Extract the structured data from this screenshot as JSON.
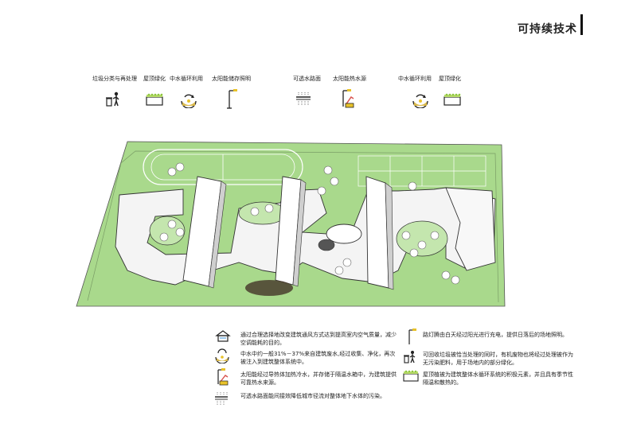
{
  "page_title": "可持续技术",
  "top_icons": [
    {
      "label": "垃圾分类与再处理",
      "icon": "trash-person-icon"
    },
    {
      "label": "屋顶绿化",
      "icon": "roof-green-icon"
    },
    {
      "label": "中水循环利用",
      "icon": "water-recycle-icon"
    },
    {
      "label": "太阳能储存照明",
      "icon": "solar-lamp-icon"
    },
    {
      "label": "可透水路面",
      "icon": "permeable-pavement-icon"
    },
    {
      "label": "太阳能热水源",
      "icon": "solar-water-icon"
    },
    {
      "label": "中水循环利用",
      "icon": "water-recycle-icon"
    },
    {
      "label": "屋顶绿化",
      "icon": "roof-green-icon"
    }
  ],
  "legend_left": [
    {
      "icon": "ventilation-house-icon",
      "text": "通过合理选择地改变建筑通风方式达到提高室内空气质量，减少空调能耗的目的。"
    },
    {
      "icon": "water-recycle-icon",
      "text": "中水中约一般31%－37%来自建筑废水,经过收集、净化，再次被注入到建筑整体系统中。"
    },
    {
      "icon": "solar-water-icon",
      "text": "太阳能经过导热体加热冷水，并存储于隔温水箱中，为建筑提供可靠热水来源。"
    },
    {
      "icon": "permeable-pavement-icon",
      "text": "可透水路面能间接效降低城市径流对整体地下水体的污染。"
    }
  ],
  "legend_right": [
    {
      "icon": "solar-lamp-icon",
      "text": "路灯腾由白天经过阳光进行充电，提供日落后的场地照明。"
    },
    {
      "icon": "trash-person-icon",
      "text": "可回收垃圾被恰当处理的同时，有机废物也将经过处理被作为无污染肥料，用于场地内的部分绿化。"
    },
    {
      "icon": "roof-green-icon",
      "text": "屋顶植被为建筑整体水循环系统的积极元素，并且具有季节性隔温和散热的。"
    }
  ],
  "colors": {
    "site_green": "#a9d98c",
    "lawn_green": "#c4e6ae",
    "building_white": "#f4f4f4",
    "outline": "#333333",
    "solar_yellow": "#e8c22a",
    "solar_red": "#d9534f"
  }
}
